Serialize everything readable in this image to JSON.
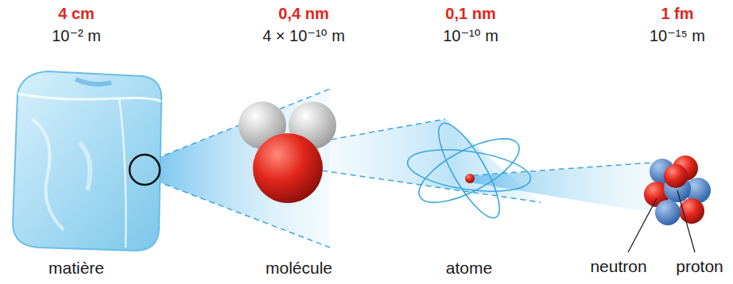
{
  "diagram": {
    "labels": [
      "4 cm",
      "10⁻² m",
      "0,4 nm",
      "4 × 10⁻¹⁰ m",
      "0,1 nm",
      "10⁻¹⁰ m",
      "1 fm",
      "10⁻¹⁵ m",
      "matière",
      "molécule",
      "atome",
      "neutron",
      "proton"
    ]
  }
}
